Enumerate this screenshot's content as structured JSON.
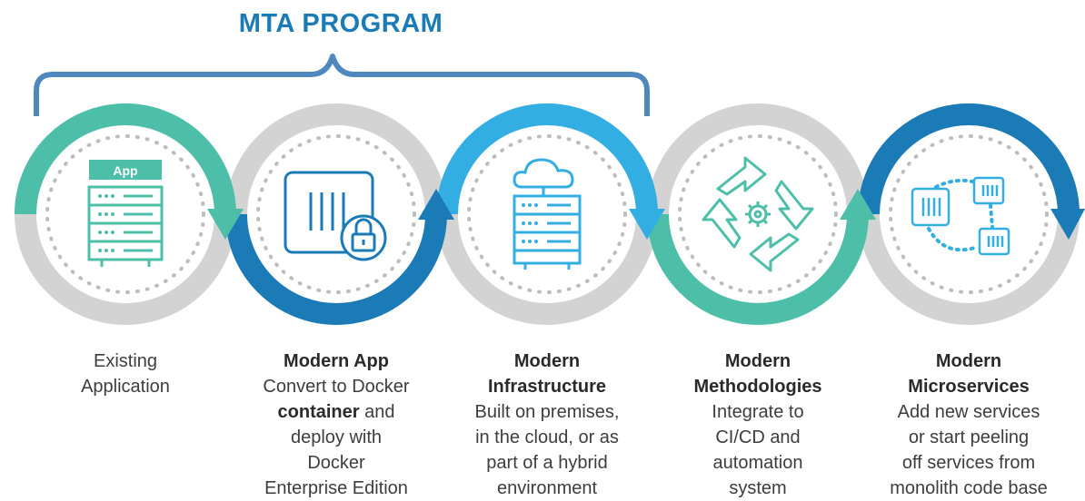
{
  "title": "MTA PROGRAM",
  "colors": {
    "teal": "#4dbfa9",
    "blue_dark": "#1b7bb7",
    "blue_light": "#32aee3",
    "gray": "#d3d3d3",
    "dots": "#bdbdbd"
  },
  "stages": [
    {
      "icon": "server-app-icon",
      "app_label": "App",
      "heading": [],
      "body": [
        "Existing",
        "Application"
      ]
    },
    {
      "icon": "container-lock-icon",
      "heading": [
        "Modern App"
      ],
      "body_pre": "Convert to Docker",
      "body_bold": "container",
      "body_post": " and",
      "body": [
        "deploy with",
        "Docker",
        "Enterprise Edition"
      ]
    },
    {
      "icon": "cloud-server-icon",
      "heading": [
        "Modern",
        "Infrastructure"
      ],
      "body": [
        "Built on premises,",
        "in the cloud, or as",
        "part of a hybrid",
        "environment"
      ]
    },
    {
      "icon": "cycle-gear-icon",
      "heading": [
        "Modern",
        "Methodologies"
      ],
      "body": [
        "Integrate to",
        "CI/CD and",
        "automation",
        "system"
      ]
    },
    {
      "icon": "microservices-icon",
      "heading": [
        "Modern",
        "Microservices"
      ],
      "body": [
        "Add new services",
        "or start peeling",
        "off services from",
        "monolith code base"
      ]
    }
  ]
}
